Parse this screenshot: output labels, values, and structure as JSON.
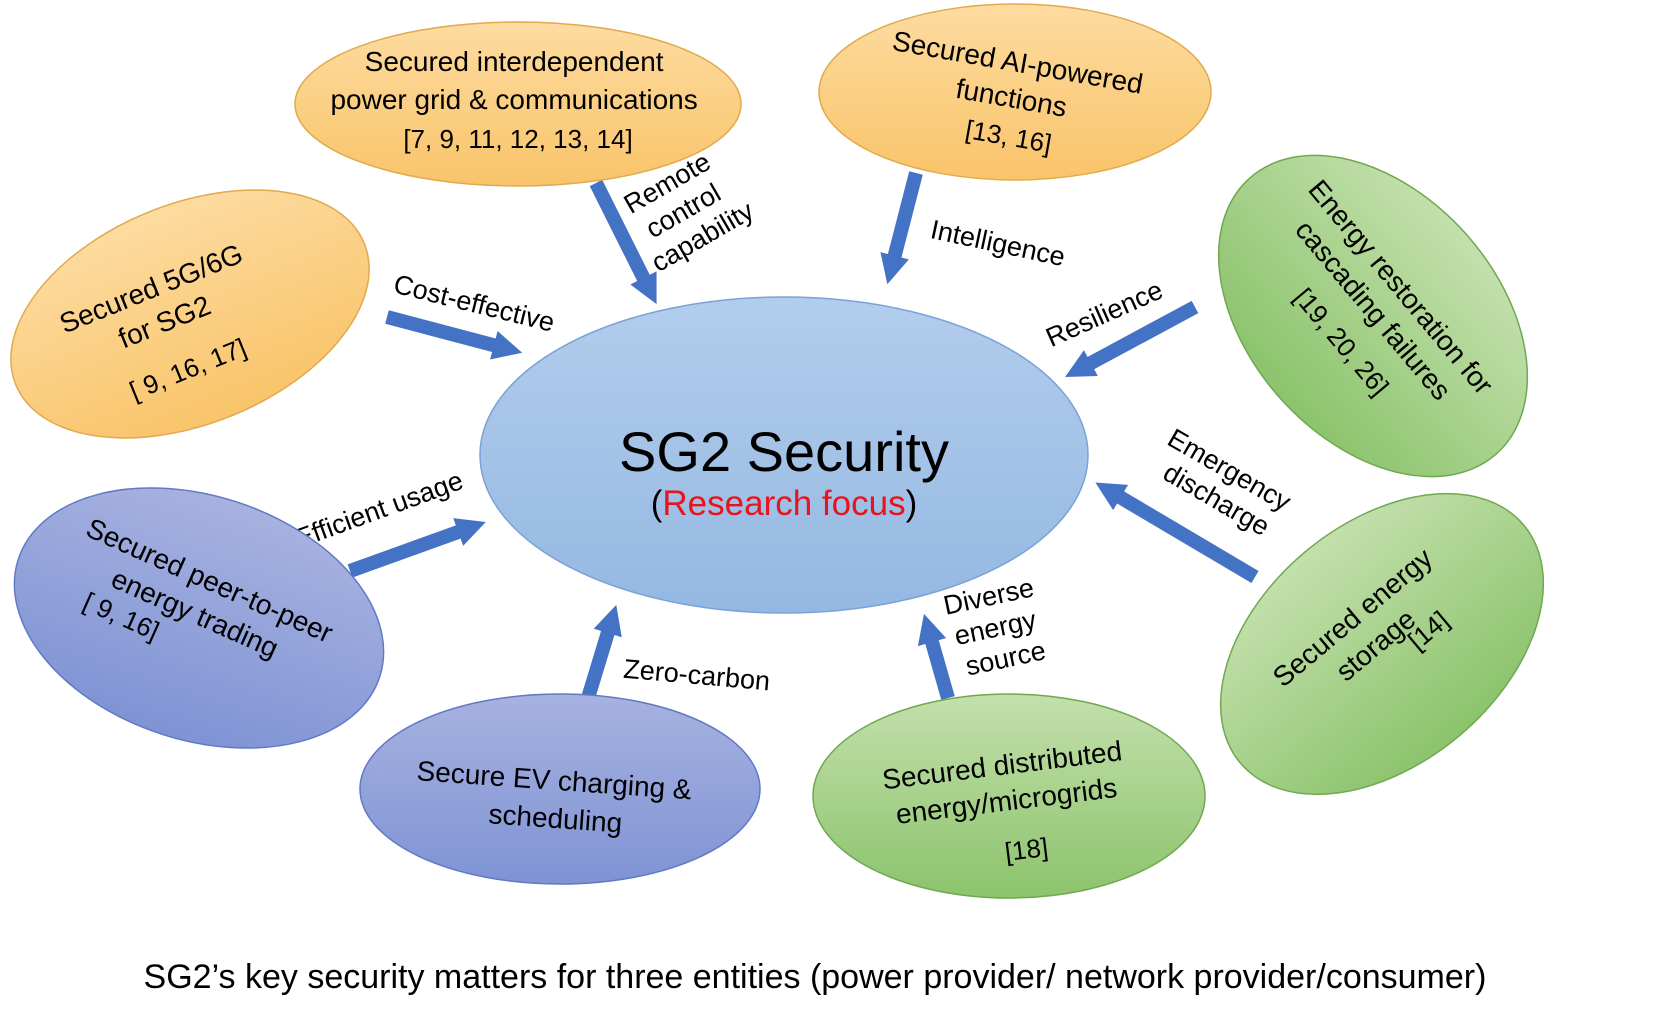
{
  "center": {
    "title": "SG2 Security",
    "subtitle_open": "(",
    "subtitle": "Research focus",
    "subtitle_close": ")",
    "subtitle_color": "#e8141c"
  },
  "nodes": {
    "grid_comms": {
      "line1": "Secured interdependent",
      "line2": "power grid & communications",
      "refs": "[7, 9, 11, 12, 13, 14]"
    },
    "ai": {
      "line1": "Secured AI-powered",
      "line2": "functions",
      "refs": "[13, 16]"
    },
    "fiveg": {
      "line1": "Secured 5G/6G",
      "line2": "for SG2",
      "refs": "[ 9, 16, 17]"
    },
    "restoration": {
      "line1": "Energy restoration for",
      "line2": "cascading failures",
      "refs": "[19, 20, 26]"
    },
    "p2p": {
      "line1": "Secured peer-to-peer",
      "line2": "energy trading",
      "refs": "[ 9, 16]"
    },
    "storage": {
      "line1": "Secured energy",
      "line2": "storage",
      "refs": "[14]"
    },
    "ev": {
      "line1": "Secure EV charging &",
      "line2": "scheduling"
    },
    "microgrids": {
      "line1": "Secured distributed",
      "line2": "energy/microgrids",
      "refs": "[18]"
    }
  },
  "edges": {
    "remote_control": {
      "line1": "Remote",
      "line2": "control",
      "line3": "capability"
    },
    "intelligence": "Intelligence",
    "cost_effective": "Cost-effective",
    "resilience": "Resilience",
    "efficient_usage": "Efficient usage",
    "emergency_discharge": {
      "line1": "Emergency",
      "line2": "discharge"
    },
    "zero_carbon": "Zero-carbon",
    "diverse_energy": {
      "line1": "Diverse",
      "line2": "energy",
      "line3": "source"
    }
  },
  "caption": "SG2’s key security matters for three entities (power provider/ network provider/consumer)",
  "colors": {
    "orange": "#fdd38a",
    "green": "#a9d18e",
    "purple": "#8fa3d9",
    "center_blue": "#a4c4e8",
    "arrow": "#4472c4"
  }
}
